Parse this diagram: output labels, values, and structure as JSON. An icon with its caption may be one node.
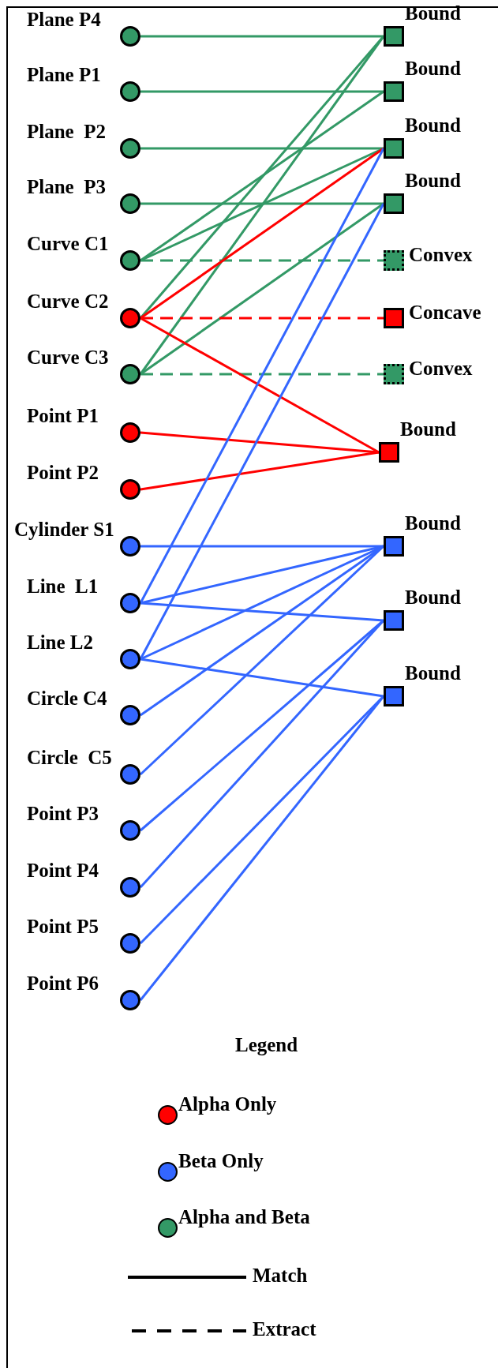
{
  "diagram": {
    "nodes": [
      {
        "text": [
          "Plane P4"
        ]
      },
      {
        "text": [
          "Plane P1"
        ]
      },
      {
        "text": [
          "Plane  P2"
        ]
      },
      {
        "text": [
          "Plane  P3"
        ]
      },
      {
        "text": [
          "Curve C1"
        ]
      },
      {
        "text": [
          "Curve C2"
        ]
      },
      {
        "text": [
          "Curve C3"
        ]
      },
      {
        "text": [
          "Point P1"
        ]
      },
      {
        "text": [
          "Point P2"
        ]
      },
      {
        "text": [
          "Cylinder S1"
        ]
      },
      {
        "text": [
          "Line  L1"
        ]
      },
      {
        "text": [
          "Line L2"
        ]
      },
      {
        "text": [
          "Circle C4"
        ]
      },
      {
        "text": [
          "Circle  C5"
        ]
      },
      {
        "text": [
          "Point P3"
        ]
      },
      {
        "text": [
          "Point P4"
        ]
      },
      {
        "text": [
          "Point P5"
        ]
      },
      {
        "text": [
          "Point P6"
        ]
      },
      {
        "text": [
          "Bound"
        ]
      },
      {
        "text": [
          "Bound"
        ]
      },
      {
        "text": [
          "Bound"
        ]
      },
      {
        "text": [
          "Bound"
        ]
      },
      {
        "text": [
          "Convex"
        ]
      },
      {
        "text": [
          "Concave"
        ]
      },
      {
        "text": [
          "Convex"
        ]
      },
      {
        "text": [
          "Bound"
        ]
      },
      {
        "text": [
          "Bound"
        ]
      },
      {
        "text": [
          "Bound"
        ]
      },
      {
        "text": [
          "Bound"
        ]
      }
    ],
    "edges": [
      {
        "from": 0,
        "to": 18,
        "arrow": "none",
        "color": "#339966"
      },
      {
        "from": 1,
        "to": 19,
        "arrow": "none",
        "color": "#339966"
      },
      {
        "from": 2,
        "to": 20,
        "arrow": "none",
        "color": "#339966"
      },
      {
        "from": 3,
        "to": 21,
        "arrow": "none",
        "color": "#339966"
      },
      {
        "from": 4,
        "to": 19,
        "arrow": "none",
        "color": "#339966"
      },
      {
        "from": 4,
        "to": 20,
        "arrow": "none",
        "color": "#339966"
      },
      {
        "from": 4,
        "to": 22,
        "arrow": "none",
        "style": "dashed",
        "color": "#339966"
      },
      {
        "from": 5,
        "to": 18,
        "arrow": "none",
        "color": "#339966"
      },
      {
        "from": 6,
        "to": 18,
        "arrow": "none",
        "color": "#339966"
      },
      {
        "from": 6,
        "to": 21,
        "arrow": "none",
        "color": "#339966"
      },
      {
        "from": 6,
        "to": 24,
        "arrow": "none",
        "style": "dashed",
        "color": "#339966"
      },
      {
        "from": 5,
        "to": 20,
        "arrow": "none",
        "color": "#ff0000"
      },
      {
        "from": 5,
        "to": 23,
        "arrow": "none",
        "style": "dashed",
        "color": "#ff0000"
      },
      {
        "from": 5,
        "to": 25,
        "arrow": "none",
        "color": "#ff0000"
      },
      {
        "from": 7,
        "to": 25,
        "arrow": "none",
        "color": "#ff0000"
      },
      {
        "from": 8,
        "to": 25,
        "arrow": "none",
        "color": "#ff0000"
      },
      {
        "from": 10,
        "to": 20,
        "arrow": "none"
      },
      {
        "from": 11,
        "to": 21,
        "arrow": "none"
      },
      {
        "from": 9,
        "to": 26,
        "arrow": "none"
      },
      {
        "from": 10,
        "to": 26,
        "arrow": "none"
      },
      {
        "from": 11,
        "to": 26,
        "arrow": "none"
      },
      {
        "from": 12,
        "to": 26,
        "arrow": "none"
      },
      {
        "from": 13,
        "to": 26,
        "arrow": "none"
      },
      {
        "from": 10,
        "to": 27,
        "arrow": "none"
      },
      {
        "from": 14,
        "to": 27,
        "arrow": "none"
      },
      {
        "from": 15,
        "to": 27,
        "arrow": "none"
      },
      {
        "from": 11,
        "to": 28,
        "arrow": "none"
      },
      {
        "from": 16,
        "to": 28,
        "arrow": "none"
      },
      {
        "from": 17,
        "to": 28,
        "arrow": "none"
      }
    ],
    "labels": [
      "Legend"
    ],
    "legend": [
      {
        "text": "Alpha Only",
        "color": "#ff0000"
      },
      {
        "text": "Beta Only",
        "color": "#3366ff"
      },
      {
        "text": "Alpha and Beta",
        "color": "#339966"
      },
      {
        "text": "Match"
      },
      {
        "text": "Extract"
      }
    ]
  }
}
